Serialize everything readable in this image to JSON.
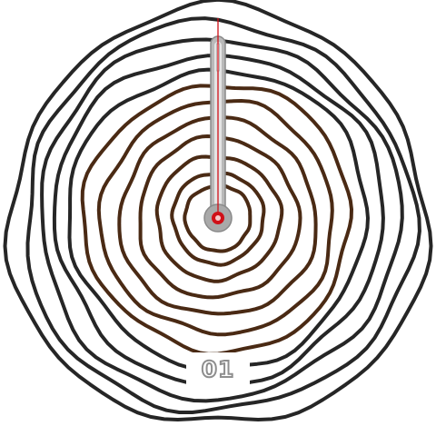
{
  "watch": {
    "date": "01",
    "minute_hand_value": 0,
    "second_hand_value": 0
  },
  "rings": {
    "outer_color": "#262626",
    "inner_color": "#4a2a14"
  },
  "hands": {
    "body_color": "#c8c8c8",
    "outline_color": "#8a8a8a",
    "accent_color": "#d01018"
  },
  "icons": [
    "tree-ring-icon",
    "clock-hand-icon"
  ]
}
